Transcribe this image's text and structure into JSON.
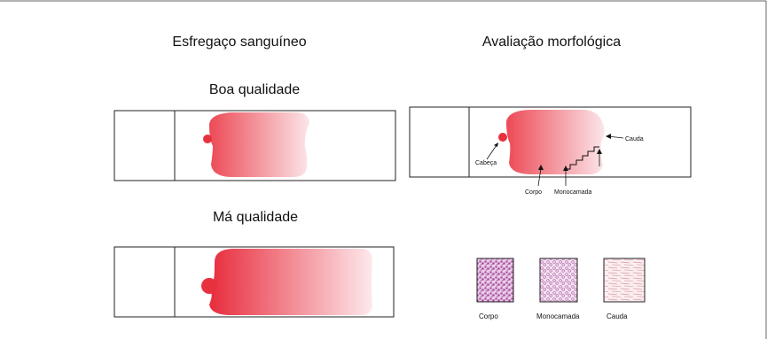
{
  "headings": {
    "left": "Esfregaço sanguíneo",
    "right": "Avaliação morfológica",
    "good": "Boa qualidade",
    "bad": "Má qualidade"
  },
  "labels": {
    "head": "Cabeça",
    "body": "Corpo",
    "monolayer": "Monocamada",
    "tail": "Cauda"
  },
  "micrographs": [
    {
      "caption": "Corpo"
    },
    {
      "caption": "Monocamada"
    },
    {
      "caption": "Cauda"
    }
  ],
  "colors": {
    "blood_dark": "#e8313f",
    "blood_light": "#fbe3e6",
    "frame": "#222222"
  }
}
